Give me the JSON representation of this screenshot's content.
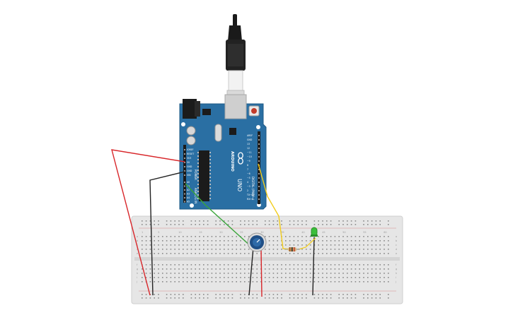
{
  "board": {
    "brand": "ARDUINO",
    "model": "UNO",
    "section_label": "DIGITAL (PWM~)",
    "power_label": "POWER",
    "analog_label": "ANALOG IN",
    "power_pins": [
      "IOREF",
      "RESET",
      "3V3",
      "5V",
      "GND",
      "GND",
      "VIN"
    ],
    "analog_pins": [
      "A0",
      "A1",
      "A2",
      "A3",
      "A4",
      "A5"
    ],
    "digital_pins": [
      "AREF",
      "GND",
      "13",
      "12",
      "~11",
      "~10",
      "~9",
      "8",
      "7",
      "~6",
      "~5",
      "4",
      "~3",
      "2",
      "TX→1",
      "RX←0"
    ]
  },
  "breadboard": {
    "column_numbers": [
      "1",
      "5",
      "10",
      "15",
      "20",
      "25",
      "30",
      "35",
      "40",
      "45",
      "50",
      "55",
      "60"
    ],
    "row_letters": [
      "a",
      "b",
      "c",
      "d",
      "e",
      "f",
      "g",
      "h",
      "i",
      "j"
    ]
  },
  "colors": {
    "board_blue": "#2a6fa3",
    "breadboard": "#e6e6e6",
    "wire_red": "#d8262a",
    "wire_black": "#222222",
    "wire_green": "#3aa53a",
    "wire_yellow": "#f2cc1c",
    "led_green": "#3bbf3b",
    "pot_blue": "#1f4f86"
  }
}
